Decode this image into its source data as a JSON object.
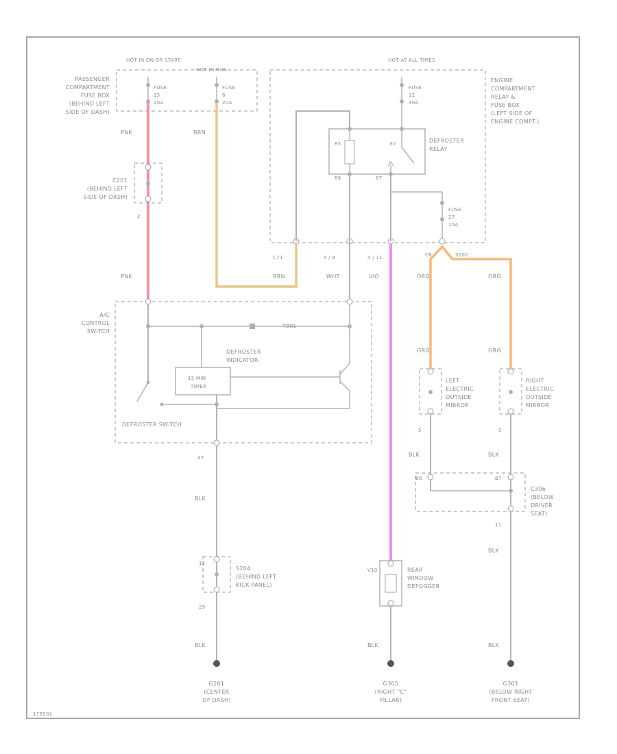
{
  "labels": {
    "hot_run_crank": "HOT IN ON OR START",
    "hot_run": "HOT IN RUN",
    "hot_at_all_times": "HOT AT ALL TIMES",
    "passenger_box": [
      "PASSENGER",
      "COMPARTMENT",
      "FUSE BOX",
      "(BEHIND LEFT",
      "SIDE OF DASH)"
    ],
    "engine_box": [
      "ENGINE",
      "COMPARTMENT",
      "RELAY &",
      "FUSE BOX",
      "(LEFT SIDE OF",
      "ENGINE COMPT.)"
    ],
    "fuse_a": [
      "FUSE",
      "15",
      "20A"
    ],
    "fuse_b": [
      "FUSE",
      "6",
      "20A"
    ],
    "fuse_c": [
      "FUSE",
      "12",
      "30A"
    ],
    "fuse_d": [
      "FUSE",
      "27",
      "15A"
    ],
    "defrost_relay": [
      "DEFROSTER",
      "RELAY"
    ],
    "relay_pins": [
      "85",
      "30",
      "86",
      "87"
    ],
    "connector_c201": [
      "C201",
      "(BEHIND LEFT",
      "SIDE OF DASH)"
    ],
    "connector_c201_pin": "2",
    "ac_control": [
      "A/C",
      "CONTROL",
      "SWITCH"
    ],
    "defroster_indicator": [
      "DEFROSTER",
      "INDICATOR"
    ],
    "timer": [
      "15 MIN",
      "TIMER"
    ],
    "defroster_switch": "DEFROSTER SWITCH",
    "wire_pnk_top": "PNK",
    "wire_pnk_bottom": "PNK",
    "wire_brn_top": "BRN",
    "wire_brn_bottom": "BRN",
    "wire_wht": "WHT",
    "wire_vio": "VIO",
    "wire_org": [
      "ORG",
      "ORG",
      "ORG",
      "ORG"
    ],
    "wire_blk": [
      "BLK",
      "BLK",
      "BLK",
      "BLK",
      "BLK",
      "BLK",
      "BLK"
    ],
    "pins_engine": [
      "C71",
      "4 / 8",
      "4 / 11"
    ],
    "splice_org": [
      "C8",
      "S202"
    ],
    "tool_label": "TOOL",
    "mirror_left": [
      "LEFT",
      "ELECTRIC",
      "OUTSIDE",
      "MIRROR"
    ],
    "mirror_right": [
      "RIGHT",
      "ELECTRIC",
      "OUTSIDE",
      "MIRROR"
    ],
    "mirror_pins": [
      "5",
      "5"
    ],
    "c306": [
      "C306",
      "(BELOW",
      "DRIVER",
      "SEAT)"
    ],
    "c306_pins": [
      "B6",
      "B7",
      "11"
    ],
    "c204": [
      "S204",
      "(BEHIND LEFT",
      "KICK PANEL)"
    ],
    "c204_pins": [
      "11",
      "29"
    ],
    "pin_47": "47",
    "rear_defrost": [
      "REAR",
      "WINDOW",
      "DEFOGGER"
    ],
    "rear_defrost_pin": "V10",
    "grounds": [
      [
        "G201",
        "(CENTER",
        "OF DASH)"
      ],
      [
        "G305",
        "(RIGHT \"C\"",
        "PILLAR)"
      ],
      [
        "G301",
        "(BELOW RIGHT",
        "FRONT SEAT)"
      ]
    ],
    "footer": "178501"
  },
  "colors": {
    "pnk": "#f5909e",
    "brn": "#e6c88a",
    "vio": "#f08ef0",
    "org": "#f8b878"
  }
}
